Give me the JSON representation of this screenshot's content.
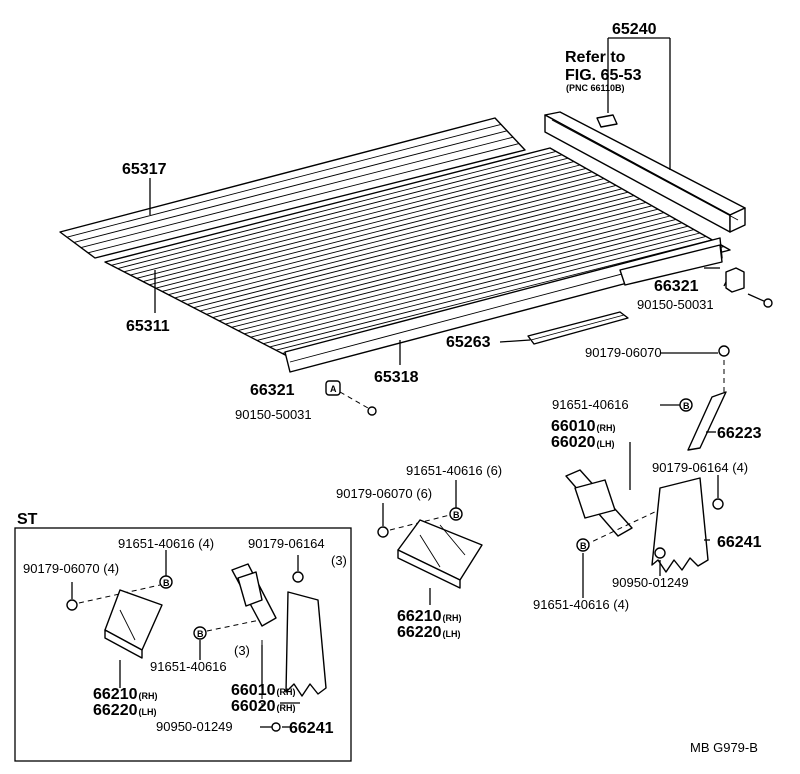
{
  "labels": {
    "p65240": "65240",
    "refer_to": "Refer to",
    "fig_ref": "FIG. 65-53",
    "pnc_ref": "(PNC 66110B)",
    "p65317": "65317",
    "p65311": "65311",
    "p65318": "65318",
    "p65263": "65263",
    "p66321_right": "66321",
    "p90150_right": "90150-50031",
    "p66321_left": "66321",
    "p90150_left": "90150-50031",
    "p90179_06070": "90179-06070",
    "p91651_top": "91651-40616",
    "p66223": "66223",
    "p66010": "66010",
    "p66010_rh": "(RH)",
    "p66020": "66020",
    "p66020_lh": "(LH)",
    "p90179_06164_4": "90179-06164  (4)",
    "p66241": "66241",
    "p90950": "90950-01249",
    "p91651_bottom": "91651-40616  (4)",
    "p91651_6": "91651-40616  (6)",
    "p90179_06070_6": "90179-06070  (6)",
    "p66210_mid": "66210",
    "p66210_mid_rh": "(RH)",
    "p66220_mid": "66220",
    "p66220_mid_lh": "(LH)",
    "st": "ST",
    "st_91651_4": "91651-40616  (4)",
    "st_90179_06164": "90179-06164",
    "st_90179_06164_qty": "(3)",
    "st_90179_06070_4": "90179-06070  (4)",
    "st_qty3": "(3)",
    "st_91651": "91651-40616",
    "st_66210": "66210",
    "st_66210_rh": "(RH)",
    "st_66220": "66220",
    "st_66220_lh": "(LH)",
    "st_66010": "66010",
    "st_66010_rh": "(RH)",
    "st_66020": "66020",
    "st_66020_rh": "(RH)",
    "st_90950": "90950-01249",
    "st_66241": "66241",
    "b_marker": "B",
    "a_marker": "A",
    "fig_code": "MB G979-B"
  }
}
